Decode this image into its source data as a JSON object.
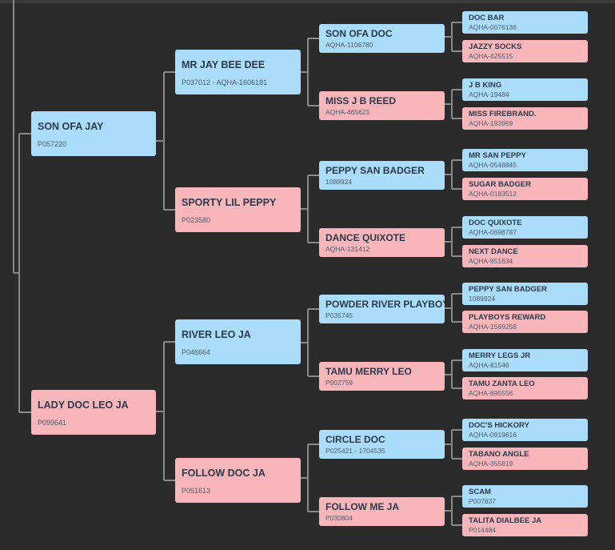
{
  "pedigree": {
    "sire": {
      "name": "SON OFA JAY",
      "reg": "P057220",
      "sex": "male",
      "sire": {
        "name": "MR JAY BEE DEE",
        "reg": "P037012 - AQHA-1606181",
        "sex": "male",
        "sire": {
          "name": "SON OFA DOC",
          "reg": "AQHA-1106780",
          "sex": "male",
          "sire": {
            "name": "DOC BAR",
            "reg": "AQHA-0076136",
            "sex": "male"
          },
          "dam": {
            "name": "JAZZY SOCKS",
            "reg": "AQHA-425515",
            "sex": "female"
          }
        },
        "dam": {
          "name": "MISS J B REED",
          "reg": "AQHA-465621",
          "sex": "female",
          "sire": {
            "name": "J B KING",
            "reg": "AQHA-19484",
            "sex": "male"
          },
          "dam": {
            "name": "MISS FIREBRAND.",
            "reg": "AQHA-193969",
            "sex": "female"
          }
        }
      },
      "dam": {
        "name": "SPORTY LIL PEPPY",
        "reg": "P023580",
        "sex": "female",
        "sire": {
          "name": "PEPPY SAN BADGER",
          "reg": "1089924",
          "sex": "male",
          "sire": {
            "name": "MR SAN PEPPY",
            "reg": "AQHA-0548845",
            "sex": "male"
          },
          "dam": {
            "name": "SUGAR BADGER",
            "reg": "AQHA-0183512",
            "sex": "female"
          }
        },
        "dam": {
          "name": "DANCE QUIXOTE",
          "reg": "AQHA-131412",
          "sex": "female",
          "sire": {
            "name": "DOC QUIXOTE",
            "reg": "AQHA-0698787",
            "sex": "male"
          },
          "dam": {
            "name": "NEXT DANCE",
            "reg": "AQHA-951634",
            "sex": "female"
          }
        }
      }
    },
    "dam": {
      "name": "LADY DOC LEO JA",
      "reg": "P099641",
      "sex": "female",
      "sire": {
        "name": "RIVER LEO JA",
        "reg": "P046664",
        "sex": "male",
        "sire": {
          "name": "POWDER RIVER PLAYBOY",
          "reg": "P035745",
          "sex": "male",
          "sire": {
            "name": "PEPPY SAN BADGER",
            "reg": "1089924",
            "sex": "male"
          },
          "dam": {
            "name": "PLAYBOYS REWARD",
            "reg": "AQHA-1569258",
            "sex": "female"
          }
        },
        "dam": {
          "name": "TAMU MERRY LEO",
          "reg": "P002759",
          "sex": "female",
          "sire": {
            "name": "MERRY LEGS JR",
            "reg": "AQHA-81546",
            "sex": "male"
          },
          "dam": {
            "name": "TAMU ZANTA LEO",
            "reg": "AQHA-695556",
            "sex": "female"
          }
        }
      },
      "dam": {
        "name": "FOLLOW DOC JA",
        "reg": "P051613",
        "sex": "female",
        "sire": {
          "name": "CIRCLE DOC",
          "reg": "P025421 - 1704535",
          "sex": "male",
          "sire": {
            "name": "DOC'S HICKORY",
            "reg": "AQHA-0919616",
            "sex": "male"
          },
          "dam": {
            "name": "TABANO ANGLE",
            "reg": "AQHA-355819",
            "sex": "female"
          }
        },
        "dam": {
          "name": "FOLLOW ME JA",
          "reg": "P030804",
          "sex": "female",
          "sire": {
            "name": "SCAM",
            "reg": "P007837",
            "sex": "male"
          },
          "dam": {
            "name": "TALITA DIALBEE JA",
            "reg": "P014484",
            "sex": "female"
          }
        }
      }
    }
  },
  "colors": {
    "background": "#2b2b2b",
    "male_box": "#aadcfb",
    "female_box": "#f9b6ba",
    "connector": "#8a8a8a"
  }
}
